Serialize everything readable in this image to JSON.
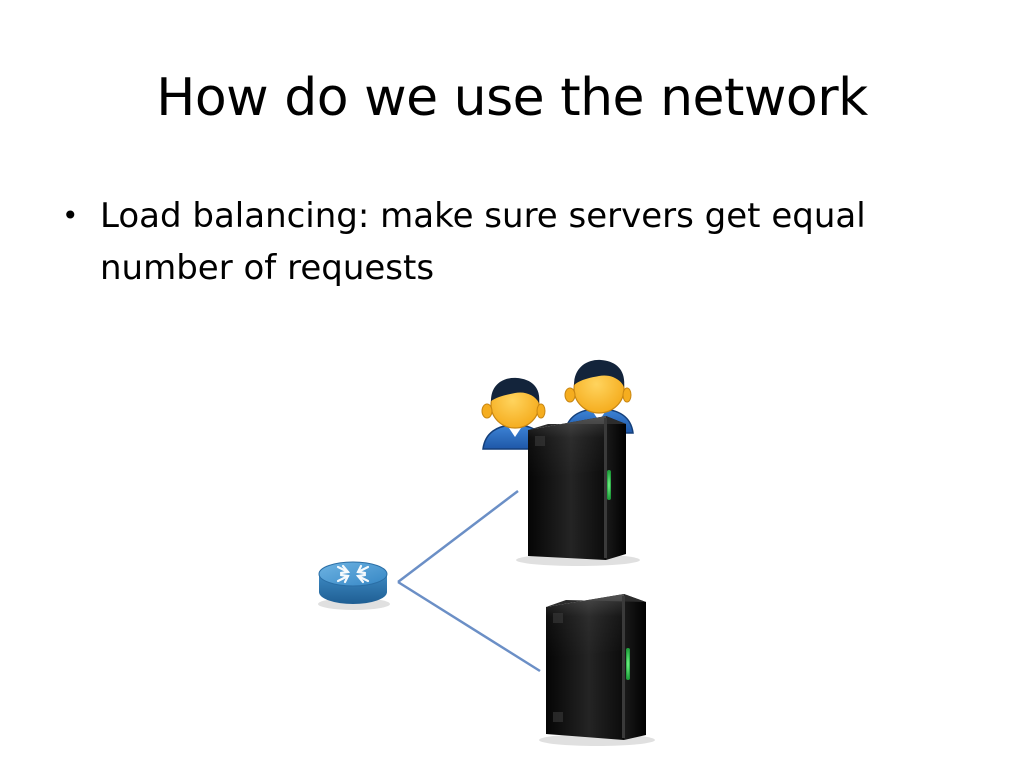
{
  "slide": {
    "title": "How do we use the network",
    "bullets": [
      {
        "text": "Load balancing: make sure servers get equal number of requests"
      }
    ]
  },
  "diagram": {
    "nodes": [
      {
        "id": "router",
        "icon": "router-icon"
      },
      {
        "id": "user-1",
        "icon": "user-icon"
      },
      {
        "id": "user-2",
        "icon": "user-icon"
      },
      {
        "id": "server-1",
        "icon": "server-icon"
      },
      {
        "id": "server-2",
        "icon": "server-icon"
      }
    ],
    "edges": [
      {
        "from": "router",
        "to": "server-1"
      },
      {
        "from": "router",
        "to": "server-2"
      }
    ],
    "colors": {
      "link": "#6b8fc6",
      "router": "#3f8fc8",
      "server": "#141414",
      "server_led": "#35d655",
      "user_shirt": "#2f6fc4",
      "user_hair": "#13243b",
      "user_skin": "#ffc340"
    }
  }
}
